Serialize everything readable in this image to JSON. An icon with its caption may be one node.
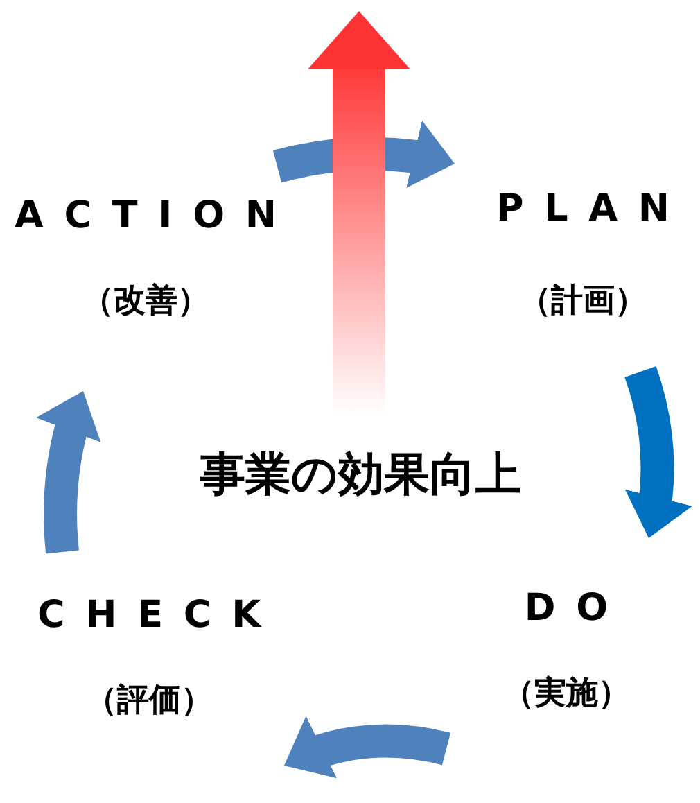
{
  "diagram": {
    "nodes": [
      {
        "text": [
          "ACTION",
          "（改善）"
        ]
      },
      {
        "text": [
          "PLAN",
          "（計画）"
        ]
      },
      {
        "text": [
          "DO",
          "（実施）"
        ]
      },
      {
        "text": [
          "CHECK",
          "（評価）"
        ]
      },
      {
        "text": [
          "事業の効果向上"
        ]
      }
    ],
    "edges": [
      {
        "from": 0,
        "to": 1,
        "arrow": "to"
      },
      {
        "from": 1,
        "to": 2,
        "arrow": "to",
        "color": "#0070c0"
      },
      {
        "from": 2,
        "to": 3,
        "arrow": "to"
      },
      {
        "from": 3,
        "to": 0,
        "arrow": "to"
      },
      {
        "from": 4,
        "to": null,
        "arrow": "to",
        "style": "thick",
        "color": "#ff3333"
      }
    ]
  }
}
